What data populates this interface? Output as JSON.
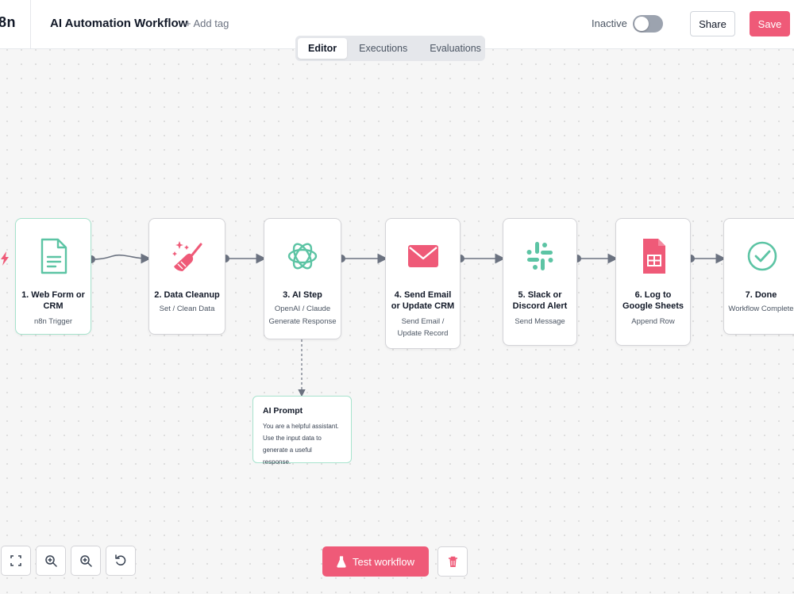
{
  "header": {
    "logo": "8n",
    "workflow_title": "AI Automation Workflow",
    "add_tag": "+ Add tag",
    "status_label": "Inactive",
    "share_label": "Share",
    "save_label": "Save"
  },
  "tabs": [
    {
      "label": "Editor",
      "active": true
    },
    {
      "label": "Executions",
      "active": false
    },
    {
      "label": "Evaluations",
      "active": false
    }
  ],
  "nodes": [
    {
      "title": "1. Web Form or CRM",
      "sub1": "n8n Trigger",
      "sub2": "",
      "icon": "document-icon"
    },
    {
      "title": "2. Data Cleanup",
      "sub1": "Set / Clean Data",
      "sub2": "",
      "icon": "broom-icon"
    },
    {
      "title": "3. AI Step",
      "sub1": "OpenAI / Claude",
      "sub2": "Generate Response",
      "icon": "openai-icon"
    },
    {
      "title": "4. Send Email or Update CRM",
      "sub1": "Send Email /",
      "sub2": "Update Record",
      "icon": "envelope-icon"
    },
    {
      "title": "5. Slack or Discord Alert",
      "sub1": "Send Message",
      "sub2": "",
      "icon": "slack-icon"
    },
    {
      "title": "6. Log to Google Sheets",
      "sub1": "Append Row",
      "sub2": "",
      "icon": "sheets-icon"
    },
    {
      "title": "7. Done",
      "sub1": "Workflow Complete",
      "sub2": "",
      "icon": "check-circle-icon"
    }
  ],
  "ai_prompt": {
    "title": "AI Prompt",
    "line1": "You are a helpful assistant.",
    "line2": "Use the input data to",
    "line3": "generate a useful response."
  },
  "controls": {
    "test_label": "Test workflow"
  },
  "colors": {
    "accent": "#ef5a78",
    "teal": "#5cc4a4",
    "edge": "#6b7280"
  }
}
